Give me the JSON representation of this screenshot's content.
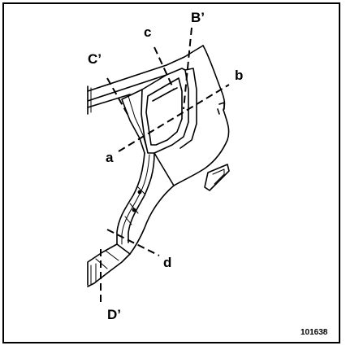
{
  "figure": {
    "labels": {
      "b_prime": "B’",
      "c": "c",
      "c_prime": "C’",
      "b": "b",
      "a": "a",
      "d": "d",
      "d_prime": "D’"
    },
    "reference_number": "101638",
    "stroke_color": "#000000",
    "background_color": "#ffffff"
  }
}
